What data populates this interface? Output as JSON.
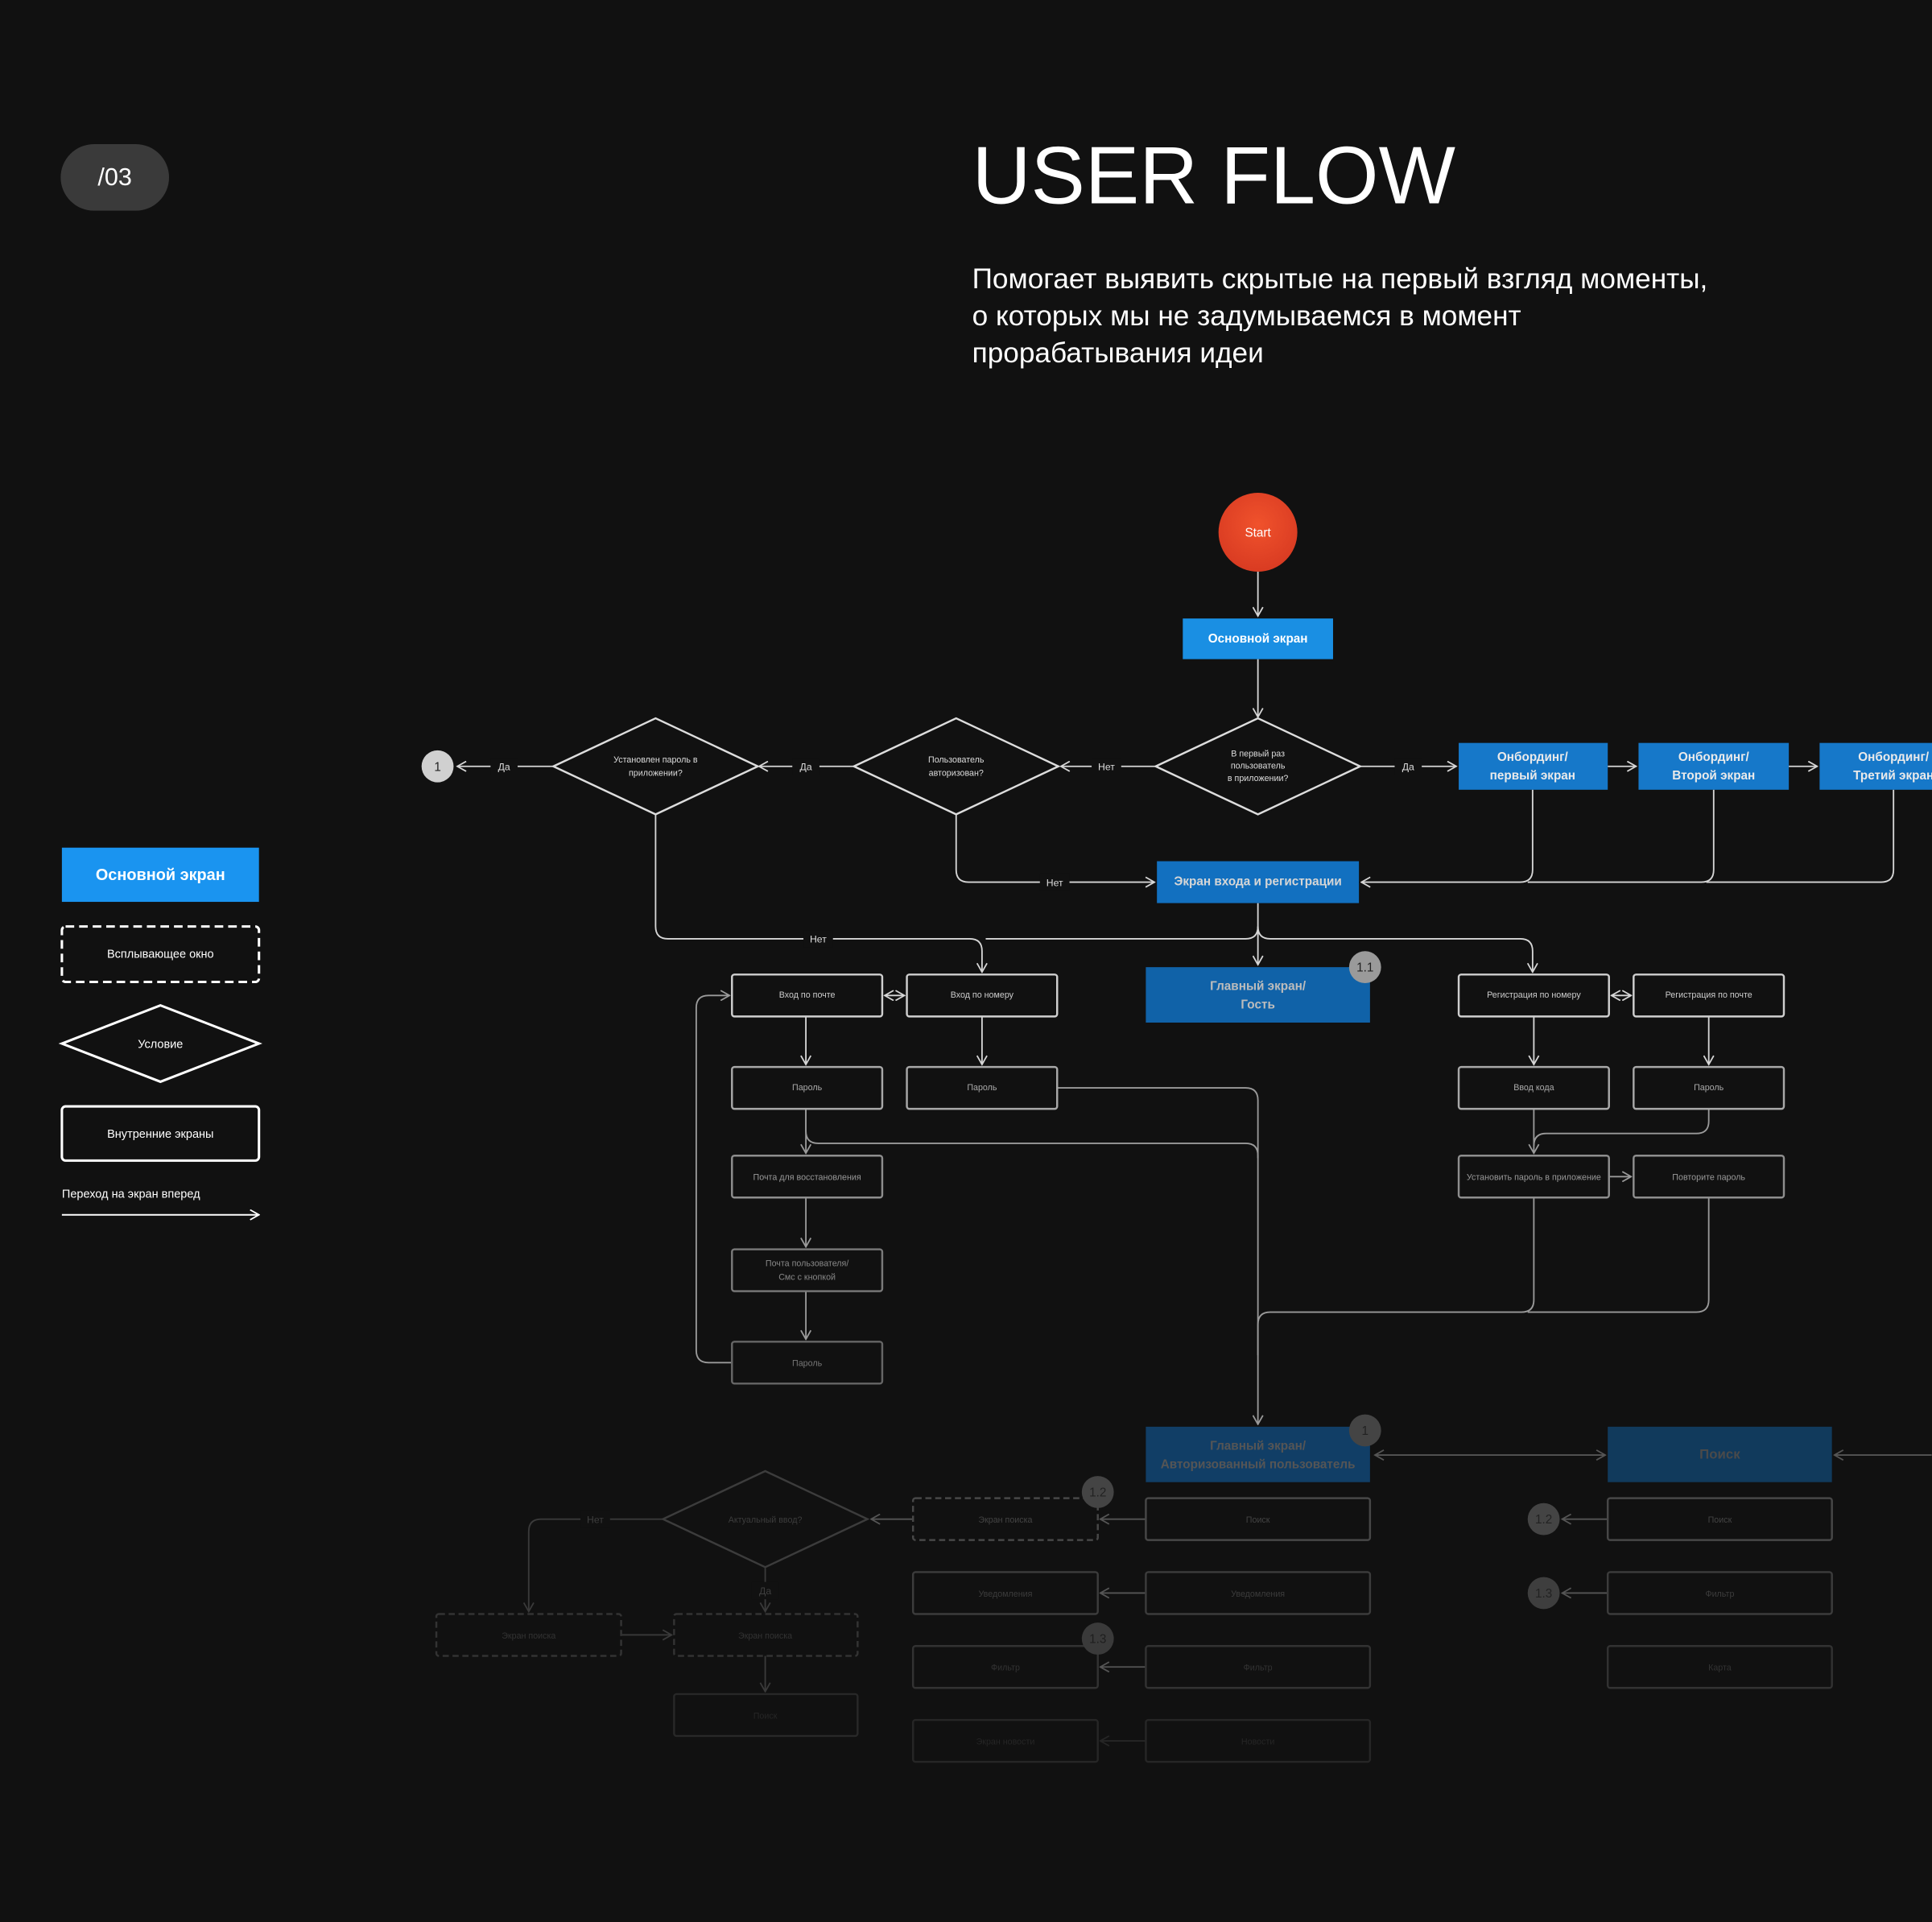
{
  "header": {
    "badge": "/03",
    "title": "USER FLOW",
    "subtitle": [
      "Помогает выявить скрытые на первый взгляд моменты,",
      "о которых мы не задумываемся в момент",
      "прорабатывания идеи"
    ]
  },
  "colors": {
    "background": "#111111",
    "start": "#e8452a",
    "main_blue": "#1a8fe3",
    "secondary_blue": "#1678c9",
    "dim_blue": "#0f4470"
  },
  "legend": {
    "main_screen": "Основной экран",
    "popup": "Всплывающее окно",
    "condition": "Условие",
    "inner_screens": "Внутренние экраны",
    "transition": "Переход на экран вперед"
  },
  "flow": {
    "start": "Start",
    "main_screen": "Основной экран",
    "q_first_time": [
      "В первый раз",
      "пользователь",
      "в приложении?"
    ],
    "q_authorized": [
      "Пользователь",
      "авторизован?"
    ],
    "q_password_set": [
      "Установлен пароль в",
      "приложении?"
    ],
    "yes": "Да",
    "no": "Нет",
    "ref_1": "1",
    "onboarding": [
      [
        "Онбординг/",
        "первый экран"
      ],
      [
        "Онбординг/",
        "Второй экран"
      ],
      [
        "Онбординг/",
        "Третий экран"
      ]
    ],
    "login_screen": "Экран входа и регистрации",
    "guest_home": [
      "Главный экран/",
      "Гость"
    ],
    "ref_1_1": "1.1",
    "login_email": "Вход по почте",
    "login_phone": "Вход по номеру",
    "password": "Пароль",
    "recovery_email": "Почта для восстановления",
    "user_email": [
      "Почта пользователя/",
      "Смс с кнопкой"
    ],
    "reg_phone": "Регистрация по номеру",
    "reg_email": "Регистрация по почте",
    "code_input": "Ввод кода",
    "set_app_password": "Установить пароль в приложение",
    "repeat_password": "Повторите пароль",
    "auth_home": [
      "Главный экран/",
      "Авторизованный пользователь"
    ],
    "search_main": "Поиск",
    "auth_items": [
      "Поиск",
      "Уведомления",
      "Фильтр",
      "Новости"
    ],
    "auth_targets": [
      "Экран поиска",
      "Уведомления",
      "Фильтр",
      "Экран новости"
    ],
    "ref_1_2": "1.2",
    "ref_1_3": "1.3",
    "q_valid_input": "Актуальный ввод?",
    "search_screen": "Экран поиска",
    "search": "Поиск",
    "search_items": [
      "Поиск",
      "Фильтр",
      "Карта"
    ]
  }
}
